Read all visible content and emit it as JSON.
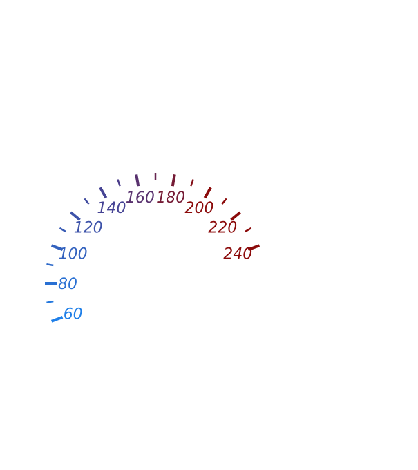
{
  "gauge": {
    "min": 60,
    "max": 240,
    "major_step": 20,
    "minor_step": 10,
    "labels": [
      "60",
      "80",
      "100",
      "120",
      "140",
      "160",
      "180",
      "200",
      "220",
      "240"
    ],
    "colors": {
      "low": "#1f7fe8",
      "mid": "#4a3c8a",
      "high": "#8b0a0a"
    }
  }
}
